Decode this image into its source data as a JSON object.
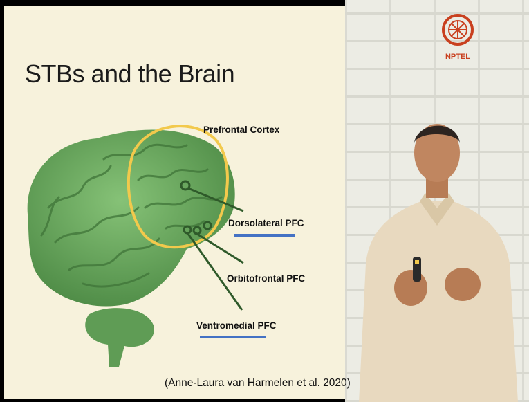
{
  "slide": {
    "title": "STBs and the Brain",
    "labels": {
      "prefrontal": "Prefrontal Cortex",
      "dorsolateral": "Dorsolateral PFC",
      "orbitofrontal": "Orbitofrontal PFC",
      "ventromedial": "Ventromedial PFC"
    },
    "citation": "(Anne-Laura van Harmelen et al. 2020)"
  },
  "logo": {
    "text": "NPTEL"
  },
  "colors": {
    "slide_bg": "#f7f2dc",
    "brain": "#6fae62",
    "highlight_circle": "#f2c94c",
    "underline": "#4472c4",
    "logo": "#c9401f"
  }
}
